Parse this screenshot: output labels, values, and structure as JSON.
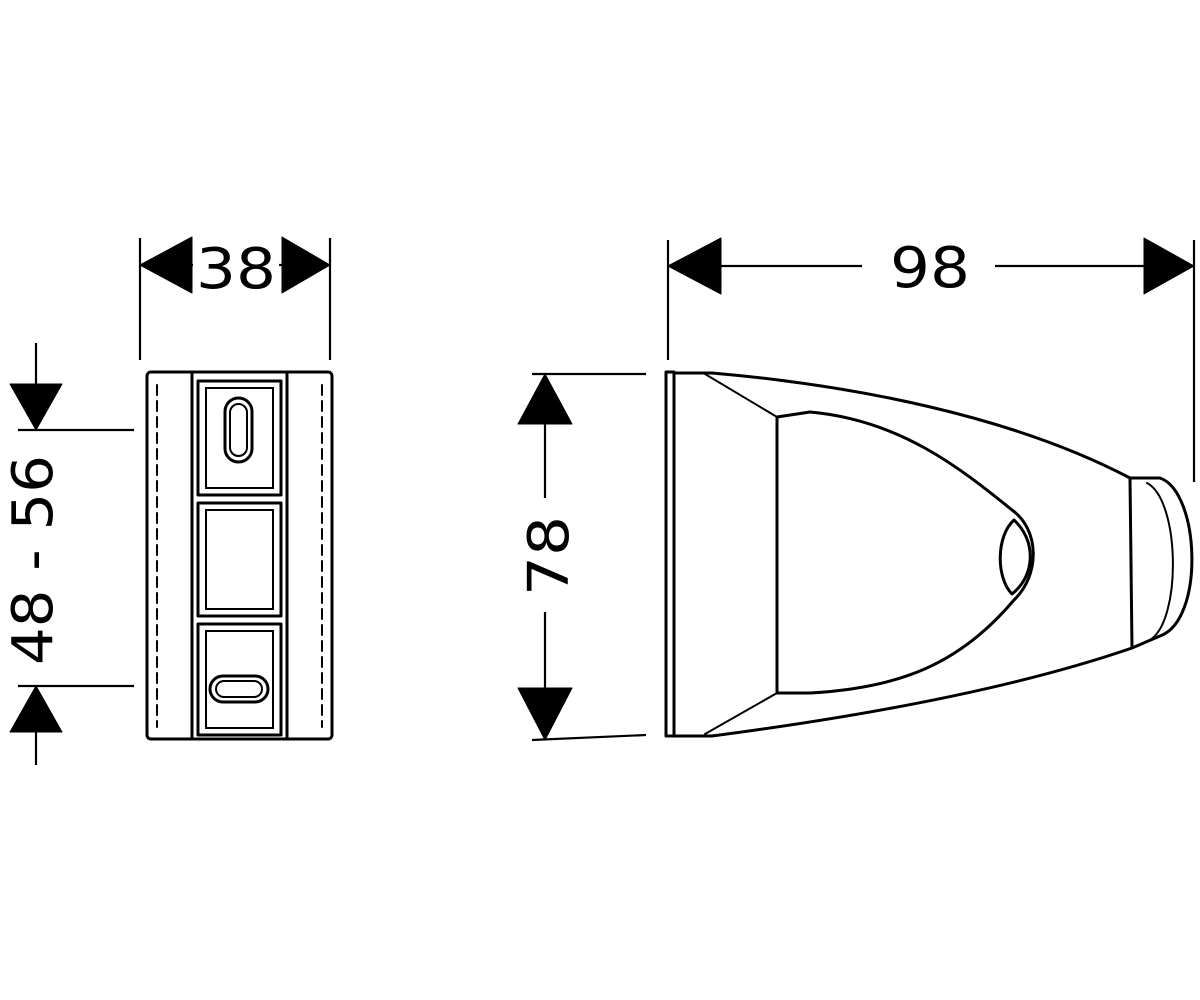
{
  "dimensions": {
    "width": "38",
    "height_range": "48 - 56",
    "length": "98",
    "depth": "78"
  }
}
